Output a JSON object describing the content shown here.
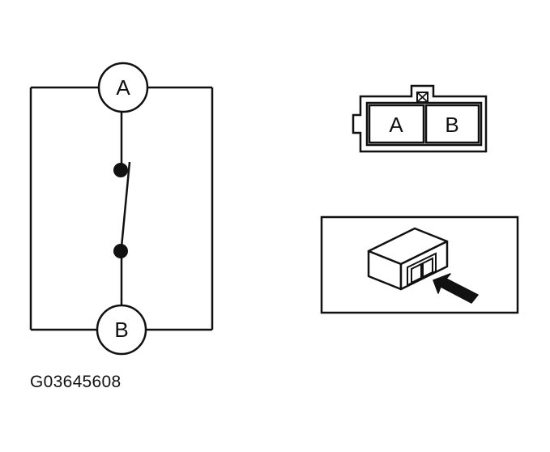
{
  "schematic": {
    "terminal_top": "A",
    "terminal_bottom": "B"
  },
  "connector": {
    "pin_left": "A",
    "pin_right": "B"
  },
  "figure_code": "G03645608",
  "colors": {
    "line": "#111111",
    "background": "#ffffff"
  }
}
